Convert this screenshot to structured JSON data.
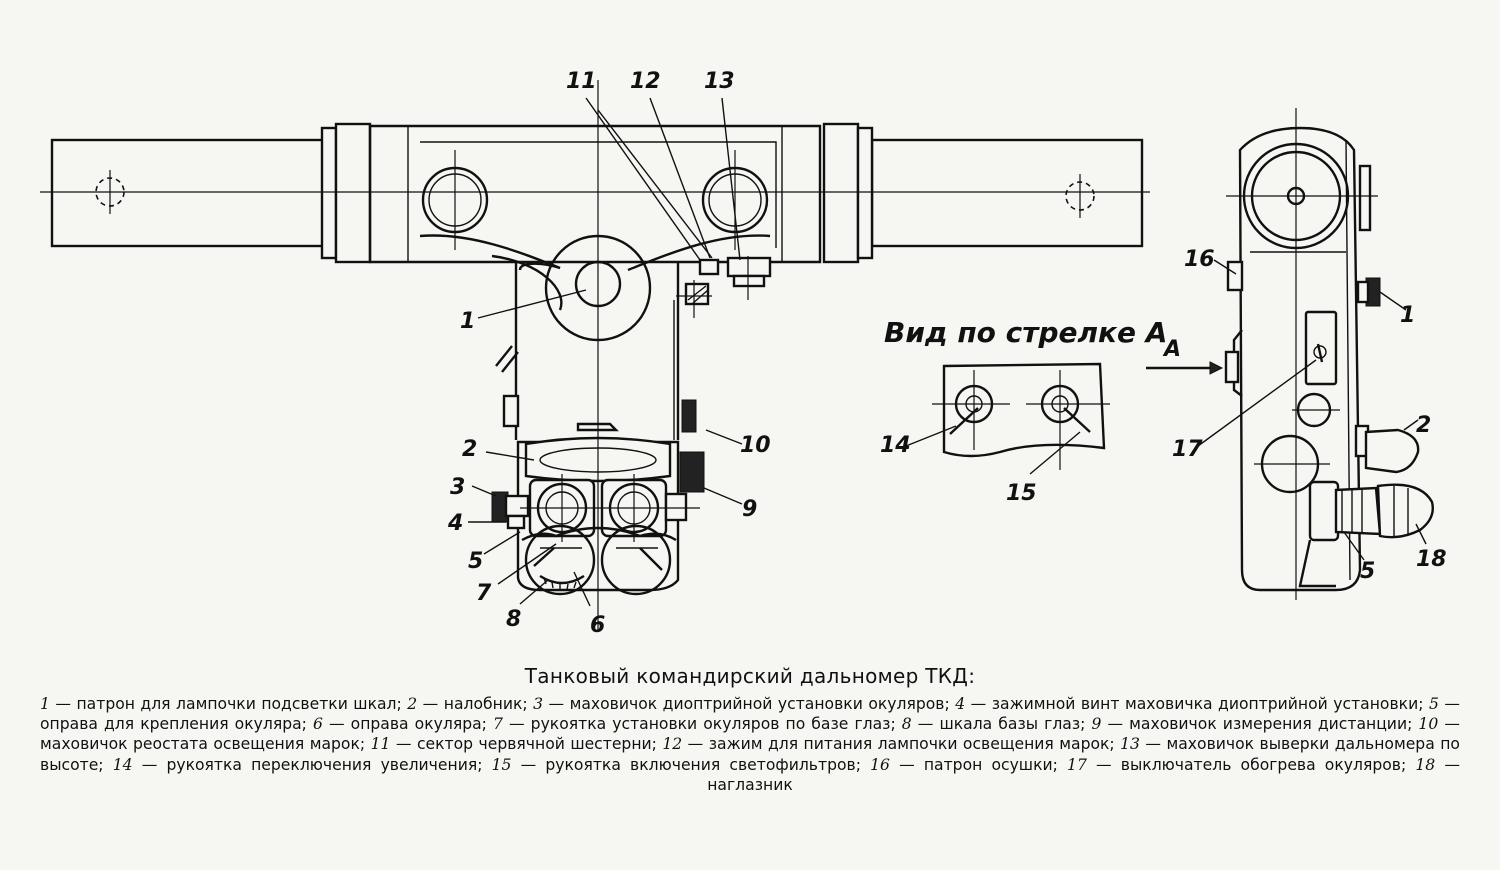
{
  "callouts": {
    "n1": "1",
    "n2": "2",
    "n3": "3",
    "n4": "4",
    "n5": "5",
    "n6": "6",
    "n7": "7",
    "n8": "8",
    "n9": "9",
    "n10": "10",
    "n11": "11",
    "n12": "12",
    "n13": "13",
    "n14": "14",
    "n15": "15",
    "n16": "16",
    "n17": "17",
    "n18": "18",
    "side_1": "1",
    "side_2": "2",
    "side_5": "5",
    "arrow_a": "A"
  },
  "view_title": "Вид по стрелке А",
  "caption": {
    "title": "Танковый командирский дальномер ТКД:",
    "legend": [
      {
        "num": "1",
        "text": "патрон для лампочки подсветки шкал;"
      },
      {
        "num": "2",
        "text": "налобник;"
      },
      {
        "num": "3",
        "text": "маховичок диоптрийной установки окуляров;"
      },
      {
        "num": "4",
        "text": "зажимной винт маховичка диоптрийной установки;"
      },
      {
        "num": "5",
        "text": "оправа для крепления окуляра;"
      },
      {
        "num": "6",
        "text": "оправа окуляра;"
      },
      {
        "num": "7",
        "text": "рукоятка установки окуляров по базе глаз;"
      },
      {
        "num": "8",
        "text": "шкала базы глаз;"
      },
      {
        "num": "9",
        "text": "маховичок измерения дистанции;"
      },
      {
        "num": "10",
        "text": "маховичок реостата освещения марок;"
      },
      {
        "num": "11",
        "text": "сектор червячной шестерни;"
      },
      {
        "num": "12",
        "text": "зажим для питания лампочки освещения марок;"
      },
      {
        "num": "13",
        "text": "маховичок выверки дальномера по высоте;"
      },
      {
        "num": "14",
        "text": "рукоятка переключения увеличения;"
      },
      {
        "num": "15",
        "text": "рукоятка включения светофильтров;"
      },
      {
        "num": "16",
        "text": "патрон осушки;"
      },
      {
        "num": "17",
        "text": "выключатель обогрева окуляров;"
      },
      {
        "num": "18",
        "text": "наглазник"
      }
    ]
  }
}
